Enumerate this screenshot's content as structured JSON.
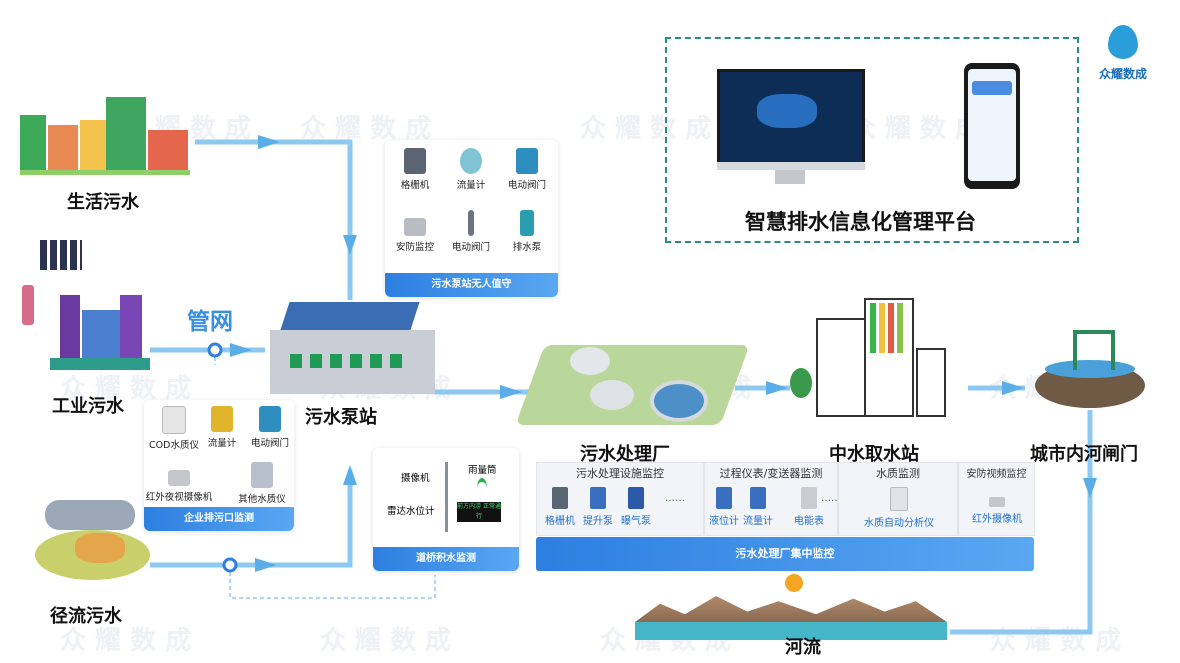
{
  "brand": {
    "name": "众耀数成",
    "watermark": "众 耀 数 成"
  },
  "platform": {
    "title": "智慧排水信息化管理平台"
  },
  "sources": {
    "domestic": "生活污水",
    "industrial": "工业污水",
    "runoff": "径流污水"
  },
  "pipe_network": "管网",
  "pump_station": {
    "label": "污水泵站",
    "panel_title": "污水泵站无人值守",
    "devices": [
      "格栅机",
      "流量计",
      "电动阀门",
      "安防监控",
      "电动阀门",
      "排水泵"
    ]
  },
  "enterprise_outfall": {
    "title": "企业排污口监测",
    "devices": [
      "COD水质仪",
      "流量计",
      "电动阀门",
      "红外夜视摄像机",
      "其他水质仪"
    ]
  },
  "waterlogging": {
    "title": "道桥积水监测",
    "devices": [
      "摄像机",
      "雨量筒",
      "雷达水位计"
    ],
    "screen_text": "前方内涝 正常通行"
  },
  "treatment_plant": {
    "label": "污水处理厂",
    "central_title": "污水处理厂集中监控",
    "sections": [
      {
        "title": "污水处理设施监控",
        "items": [
          "格栅机",
          "提升泵",
          "曝气泵"
        ]
      },
      {
        "title": "过程仪表/变送器监测",
        "items": [
          "液位计",
          "流量计",
          "电能表"
        ]
      },
      {
        "title": "水质监测",
        "items": [
          "水质自动分析仪"
        ]
      },
      {
        "title": "安防视频监控",
        "items": [
          "红外摄像机"
        ]
      }
    ],
    "ellipsis": "……"
  },
  "reclaimed_station": {
    "label": "中水取水站"
  },
  "city_gate": {
    "label": "城市内河闸门"
  },
  "river": {
    "label": "河流"
  },
  "colors": {
    "flow": "#8cc8f0",
    "accent": "#2d7fe0",
    "pipe_label": "#3a8fe0",
    "platform_border": "#2a8a86"
  }
}
